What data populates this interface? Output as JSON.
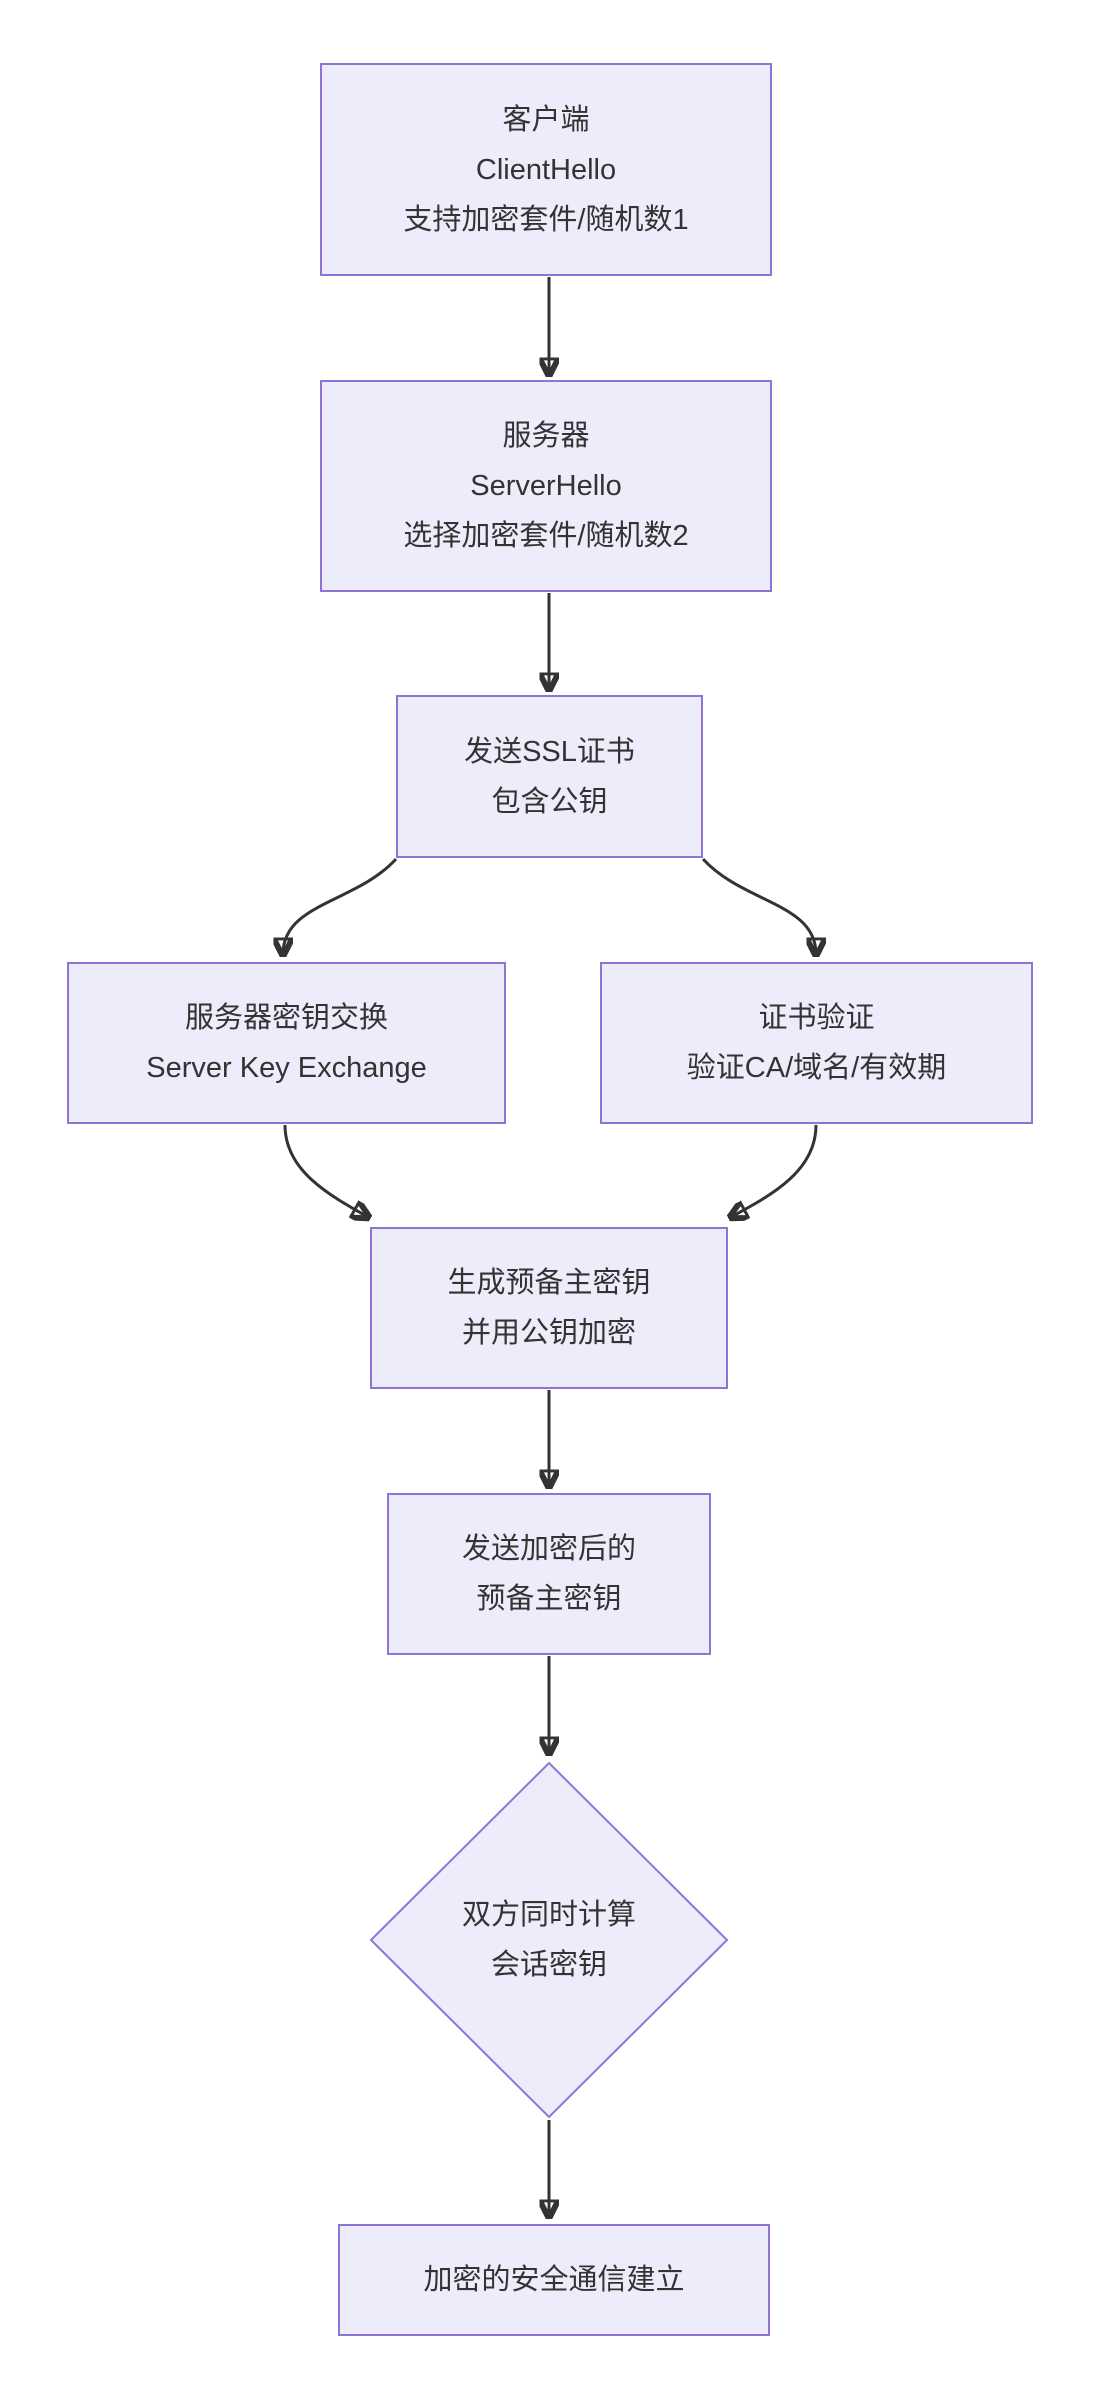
{
  "colors": {
    "background": "#ffffff",
    "node_fill": "#ececfb",
    "node_border": "#9173d8",
    "text": "#333333",
    "arrow": "#333333"
  },
  "nodes": [
    {
      "id": "client-hello",
      "shape": "rect",
      "lines": [
        "客户端",
        "ClientHello",
        "支持加密套件/随机数1"
      ]
    },
    {
      "id": "server-hello",
      "shape": "rect",
      "lines": [
        "服务器",
        "ServerHello",
        "选择加密套件/随机数2"
      ]
    },
    {
      "id": "send-certificate",
      "shape": "rect",
      "lines": [
        "发送SSL证书",
        "包含公钥"
      ]
    },
    {
      "id": "server-key-exchange",
      "shape": "rect",
      "lines": [
        "服务器密钥交换",
        "Server Key Exchange"
      ]
    },
    {
      "id": "certificate-validation",
      "shape": "rect",
      "lines": [
        "证书验证",
        "验证CA/域名/有效期"
      ]
    },
    {
      "id": "generate-premaster",
      "shape": "rect",
      "lines": [
        "生成预备主密钥",
        "并用公钥加密"
      ]
    },
    {
      "id": "send-premaster",
      "shape": "rect",
      "lines": [
        "发送加密后的",
        "预备主密钥"
      ]
    },
    {
      "id": "compute-session-key",
      "shape": "diamond",
      "lines": [
        "双方同时计算",
        "会话密钥"
      ]
    },
    {
      "id": "secure-channel",
      "shape": "rect",
      "lines": [
        "加密的安全通信建立"
      ]
    }
  ],
  "edges": [
    {
      "from": "client-hello",
      "to": "server-hello"
    },
    {
      "from": "server-hello",
      "to": "send-certificate"
    },
    {
      "from": "send-certificate",
      "to": "server-key-exchange"
    },
    {
      "from": "send-certificate",
      "to": "certificate-validation"
    },
    {
      "from": "server-key-exchange",
      "to": "generate-premaster"
    },
    {
      "from": "certificate-validation",
      "to": "generate-premaster"
    },
    {
      "from": "generate-premaster",
      "to": "send-premaster"
    },
    {
      "from": "send-premaster",
      "to": "compute-session-key"
    },
    {
      "from": "compute-session-key",
      "to": "secure-channel"
    }
  ]
}
